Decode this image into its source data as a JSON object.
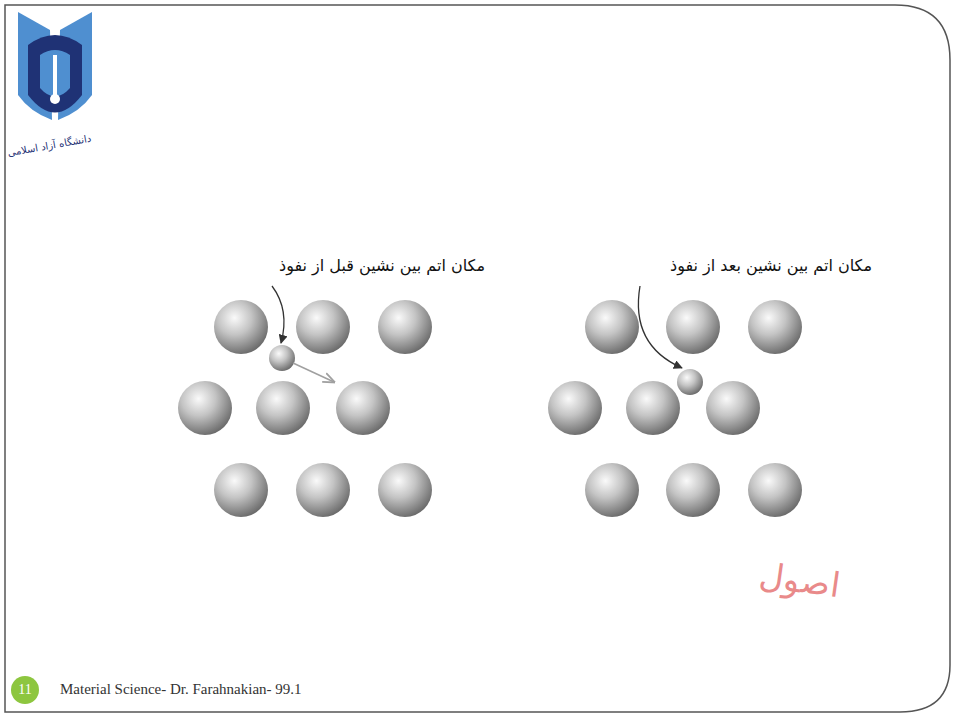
{
  "diagram": {
    "nodes": [
      {
        "text": [
          "11"
        ]
      }
    ],
    "labels": [
      "دانشگاه آزاد اسلامی",
      "مکان اتم بین نشین قبل از نفوذ",
      "مکان اتم بین نشین بعد از نفوذ",
      "اصول",
      "Material Science- Dr. Farahnakian- 99.1"
    ]
  }
}
